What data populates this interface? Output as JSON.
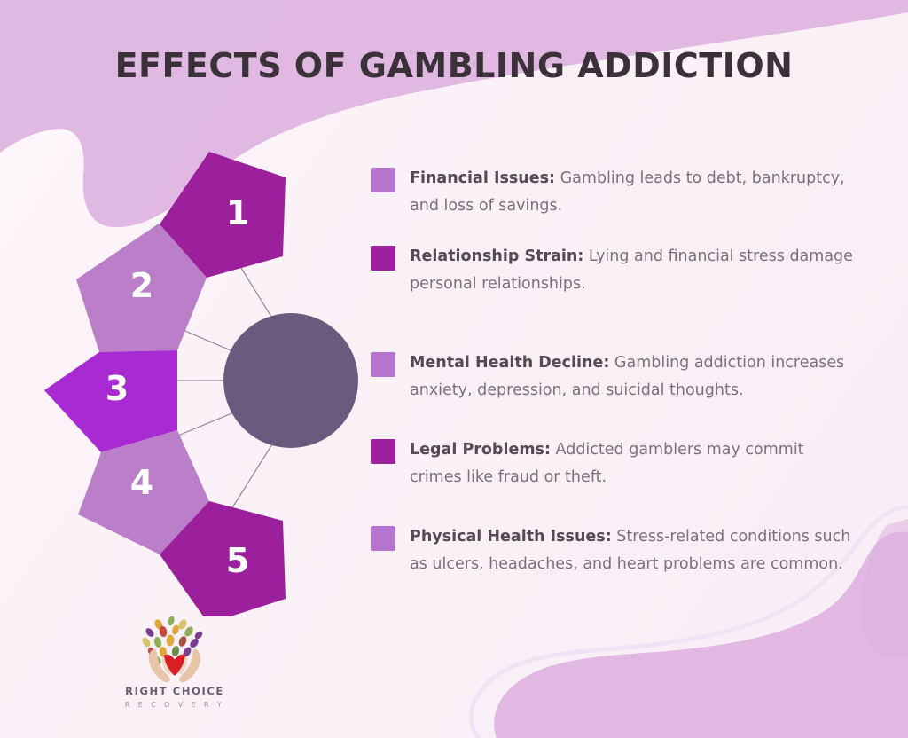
{
  "page": {
    "title": "EFFECTS OF GAMBLING ADDICTION",
    "background_color": "#faf1f7",
    "title_color": "#3a3238",
    "blob_color": "#ddb3e0",
    "blob_outline_color": "#f3e2f3"
  },
  "diagram": {
    "center_circle_color": "#6b5a7e",
    "connector_color": "#8f8792",
    "segments": [
      {
        "number": "1",
        "color": "#9c1f9c",
        "label_color": "#ffffff"
      },
      {
        "number": "2",
        "color": "#bb7fc9",
        "label_color": "#ffffff"
      },
      {
        "number": "3",
        "color": "#a82ad2",
        "label_color": "#ffffff"
      },
      {
        "number": "4",
        "color": "#bb7fc9",
        "label_color": "#ffffff"
      },
      {
        "number": "5",
        "color": "#9c1f9c",
        "label_color": "#ffffff"
      }
    ]
  },
  "effects": [
    {
      "swatch_color": "#b575cd",
      "term": "Financial Issues:",
      "description": " Gambling leads to debt, bankruptcy, and loss of savings."
    },
    {
      "swatch_color": "#9c1f9c",
      "term": "Relationship Strain:",
      "description": " Lying and financial stress damage personal relationships."
    },
    {
      "swatch_color": "#b575cd",
      "term": "Mental Health Decline:",
      "description": " Gambling addiction increases anxiety, depression, and suicidal thoughts."
    },
    {
      "swatch_color": "#9c1f9c",
      "term": "Legal Problems:",
      "description": " Addicted gamblers may commit crimes like fraud or theft."
    },
    {
      "swatch_color": "#b575cd",
      "term": "Physical Health Issues:",
      "description": " Stress-related conditions such as ulcers, headaches, and heart problems are common."
    }
  ],
  "logo": {
    "name": "RIGHT CHOICE",
    "subtitle": "R E C O V E R Y",
    "heart_color": "#d81f26",
    "hand_color": "#e8c4a8",
    "leaf_colors": [
      "#7a3f8f",
      "#c94b3f",
      "#e0a83c",
      "#8fae5a",
      "#d9c36a",
      "#a8543f",
      "#6b8f4e"
    ]
  }
}
